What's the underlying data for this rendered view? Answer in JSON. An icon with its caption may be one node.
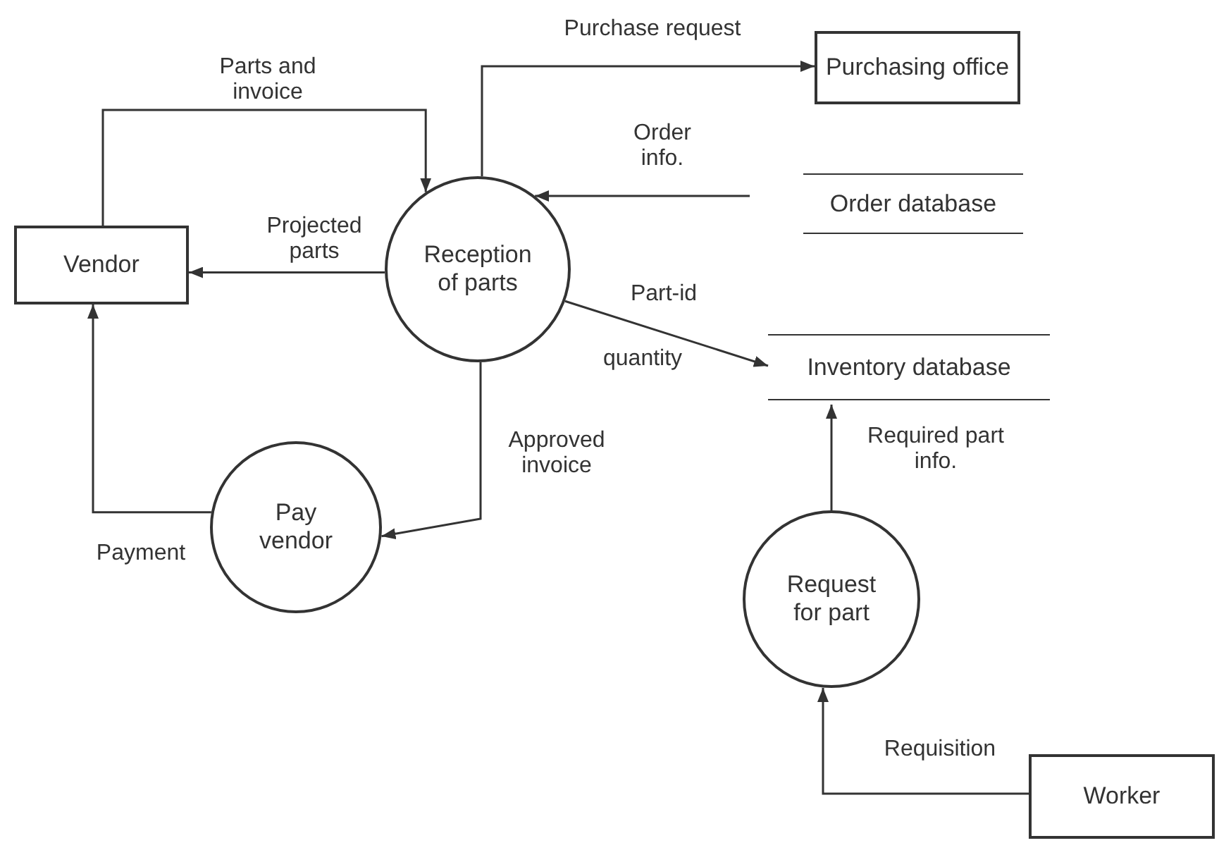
{
  "diagram": {
    "nodes": [
      {
        "text": [
          "Purchasing office"
        ]
      },
      {
        "text": [
          "Vendor"
        ]
      },
      {
        "text": [
          "Reception of parts"
        ]
      },
      {
        "text": [
          "Order database"
        ]
      },
      {
        "text": [
          "Inventory database"
        ]
      },
      {
        "text": [
          "Pay vendor"
        ]
      },
      {
        "text": [
          "Request for part"
        ]
      },
      {
        "text": [
          "Worker"
        ]
      }
    ],
    "edges": [
      {
        "from": 2,
        "to": 0,
        "arrow": "to",
        "label": "Purchase request"
      },
      {
        "from": 1,
        "to": 2,
        "arrow": "to",
        "label": "Parts and invoice"
      },
      {
        "from": 3,
        "to": 2,
        "arrow": "to",
        "label": "Order info."
      },
      {
        "from": 2,
        "to": 1,
        "arrow": "to",
        "label": "Projected parts"
      },
      {
        "from": 2,
        "to": 4,
        "arrow": "to",
        "label": "Part-id"
      },
      {
        "from": 2,
        "to": 5,
        "arrow": "to",
        "label": "Approved invoice"
      },
      {
        "from": 5,
        "to": 1,
        "arrow": "to",
        "label": "Payment"
      },
      {
        "from": 6,
        "to": 4,
        "arrow": "to",
        "label": "Required part info."
      },
      {
        "from": 7,
        "to": 6,
        "arrow": "to",
        "label": "Requisition"
      }
    ],
    "labels": [
      "quantity"
    ]
  }
}
